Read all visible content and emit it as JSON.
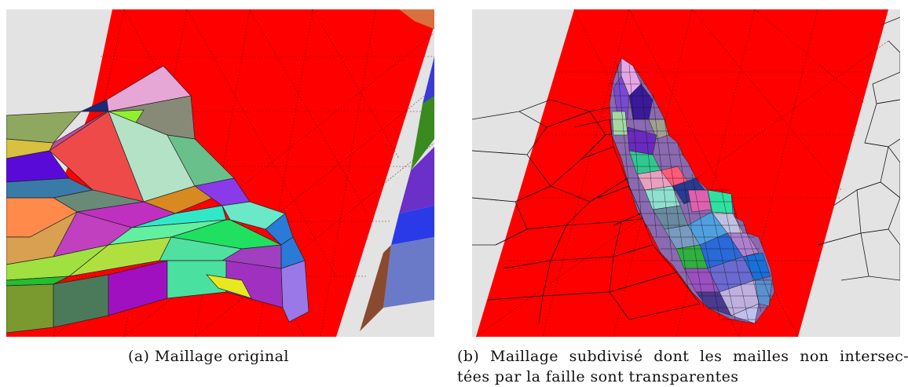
{
  "figure": {
    "panels": [
      {
        "label": "(a)",
        "caption": "Maillage original"
      },
      {
        "label": "(b)",
        "caption_line1": "Maillage subdivisé dont les mailles non intersec-",
        "caption_line2": "tées par la faille sont transparentes"
      }
    ],
    "colors": {
      "background": "#e3e3e3",
      "fault_plane": "#ff0000",
      "wireframe": "#1a1a1a"
    }
  }
}
